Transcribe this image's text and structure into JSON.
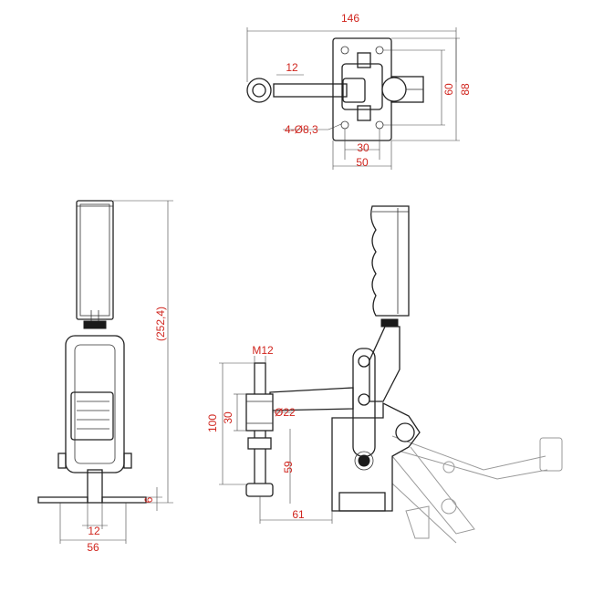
{
  "drawing": {
    "top_view": {
      "overall_length": "146",
      "arm_width": "12",
      "holes": "4-Ø8,3",
      "hole_pitch_x": "30",
      "base_width": "50",
      "hole_pitch_y": "60",
      "base_length": "88"
    },
    "end_view": {
      "overall_height": "(252,4)",
      "bar_width": "12",
      "base_width": "56",
      "base_thickness": "6"
    },
    "side_view": {
      "thread": "M12",
      "travel": "100",
      "nut_height": "30",
      "nut_diameter": "Ø22",
      "spindle_height": "59",
      "reach": "61"
    }
  }
}
